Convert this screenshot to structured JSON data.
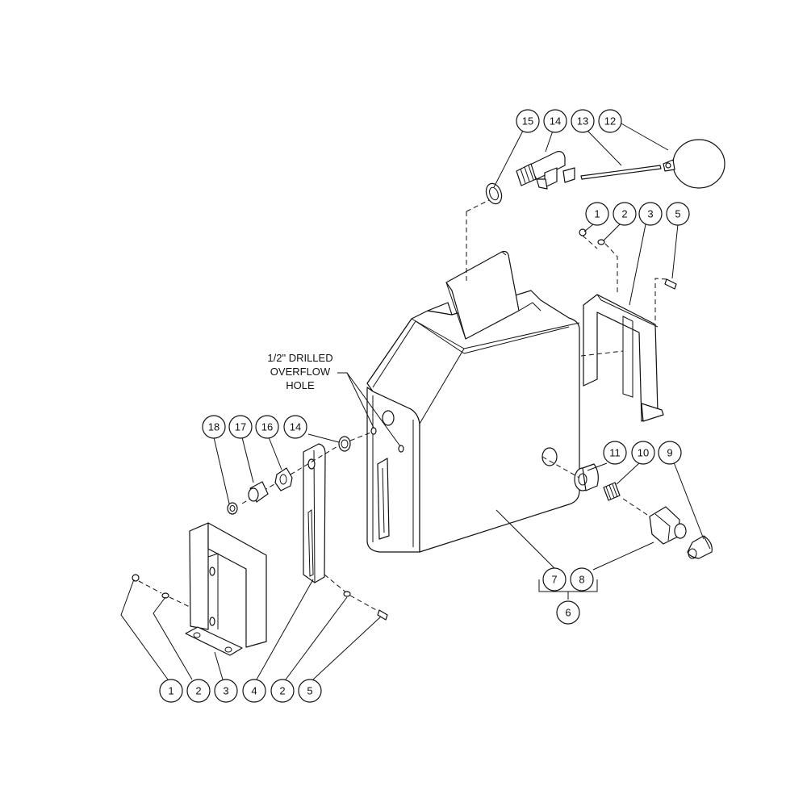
{
  "note": {
    "line1": "1/2\" DRILLED",
    "line2": "OVERFLOW",
    "line3": "HOLE"
  },
  "callouts": {
    "c15_top": "15",
    "c14_top": "14",
    "c13": "13",
    "c12": "12",
    "c1_right": "1",
    "c2_right": "2",
    "c3_right": "3",
    "c5_right": "5",
    "c18": "18",
    "c17": "17",
    "c16": "16",
    "c14_left": "14",
    "c11": "11",
    "c10": "10",
    "c9": "9",
    "c7": "7",
    "c8": "8",
    "c6": "6",
    "c1_bottom": "1",
    "c2_bottom_a": "2",
    "c3_bottom": "3",
    "c4_bottom": "4",
    "c2_bottom_b": "2",
    "c5_bottom": "5"
  }
}
